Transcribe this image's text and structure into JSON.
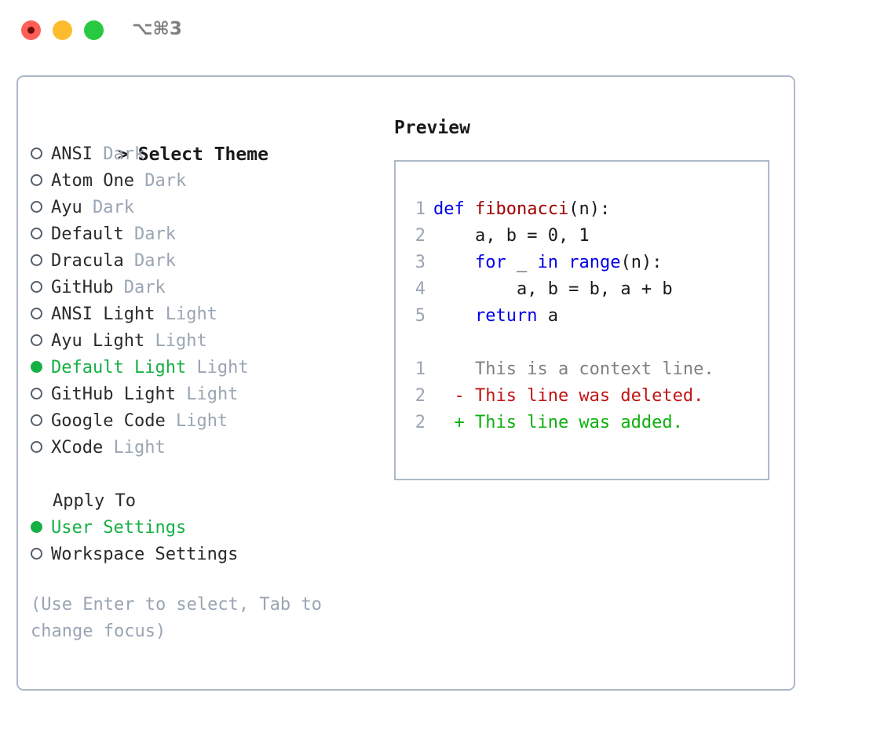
{
  "titlebar": {
    "shortcut": "⌥⌘3",
    "lights": [
      "close-red",
      "minimize-yellow",
      "maximize-green"
    ]
  },
  "theme_picker": {
    "header_marker": ">",
    "header": "Select Theme",
    "items": [
      {
        "marker": "o",
        "selected": false,
        "name": "ANSI",
        "tag": "Dark"
      },
      {
        "marker": "o",
        "selected": false,
        "name": "Atom One",
        "tag": "Dark"
      },
      {
        "marker": "o",
        "selected": false,
        "name": "Ayu",
        "tag": "Dark"
      },
      {
        "marker": "o",
        "selected": false,
        "name": "Default",
        "tag": "Dark"
      },
      {
        "marker": "o",
        "selected": false,
        "name": "Dracula",
        "tag": "Dark"
      },
      {
        "marker": "o",
        "selected": false,
        "name": "GitHub",
        "tag": "Dark"
      },
      {
        "marker": "o",
        "selected": false,
        "name": "ANSI Light",
        "tag": "Light"
      },
      {
        "marker": "o",
        "selected": false,
        "name": "Ayu Light",
        "tag": "Light"
      },
      {
        "marker": "●",
        "selected": true,
        "name": "Default Light",
        "tag": "Light"
      },
      {
        "marker": "o",
        "selected": false,
        "name": "GitHub Light",
        "tag": "Light"
      },
      {
        "marker": "o",
        "selected": false,
        "name": "Google Code",
        "tag": "Light"
      },
      {
        "marker": "o",
        "selected": false,
        "name": "XCode",
        "tag": "Light"
      }
    ]
  },
  "apply_to": {
    "title": "Apply To",
    "items": [
      {
        "selected": true,
        "label": "User Settings"
      },
      {
        "selected": false,
        "label": "Workspace Settings"
      }
    ]
  },
  "hint": "(Use Enter to select, Tab to change focus)",
  "preview": {
    "title": "Preview",
    "code_lines": [
      {
        "no": "1",
        "parts": [
          {
            "t": "def ",
            "c": "kw"
          },
          {
            "t": "fibonacci",
            "c": "fn"
          },
          {
            "t": "(n):",
            "c": "pl"
          }
        ]
      },
      {
        "no": "2",
        "parts": [
          {
            "t": "    a, b = 0, 1",
            "c": "pl"
          }
        ]
      },
      {
        "no": "3",
        "parts": [
          {
            "t": "    ",
            "c": "pl"
          },
          {
            "t": "for",
            "c": "kw"
          },
          {
            "t": " _ ",
            "c": "pl"
          },
          {
            "t": "in",
            "c": "kw"
          },
          {
            "t": " ",
            "c": "pl"
          },
          {
            "t": "range",
            "c": "kw"
          },
          {
            "t": "(n):",
            "c": "pl"
          }
        ]
      },
      {
        "no": "4",
        "parts": [
          {
            "t": "        a, b = b, a + b",
            "c": "pl"
          }
        ]
      },
      {
        "no": "5",
        "parts": [
          {
            "t": "    ",
            "c": "pl"
          },
          {
            "t": "return",
            "c": "kw"
          },
          {
            "t": " a",
            "c": "pl"
          }
        ]
      }
    ],
    "diff_lines": [
      {
        "no": "1",
        "sign": "  ",
        "text": "This is a context line.",
        "c": "ctx"
      },
      {
        "no": "2",
        "sign": "- ",
        "text": "This line was deleted.",
        "c": "del"
      },
      {
        "no": "2",
        "sign": "+ ",
        "text": "This line was added.",
        "c": "add"
      }
    ]
  },
  "colors": {
    "accent_green": "#15b045",
    "muted": "#9aa5b4",
    "border": "#aeb8c8",
    "keyword": "#0000e8",
    "function": "#a00000",
    "diff_add": "#0cb00c",
    "diff_del": "#c11414"
  }
}
